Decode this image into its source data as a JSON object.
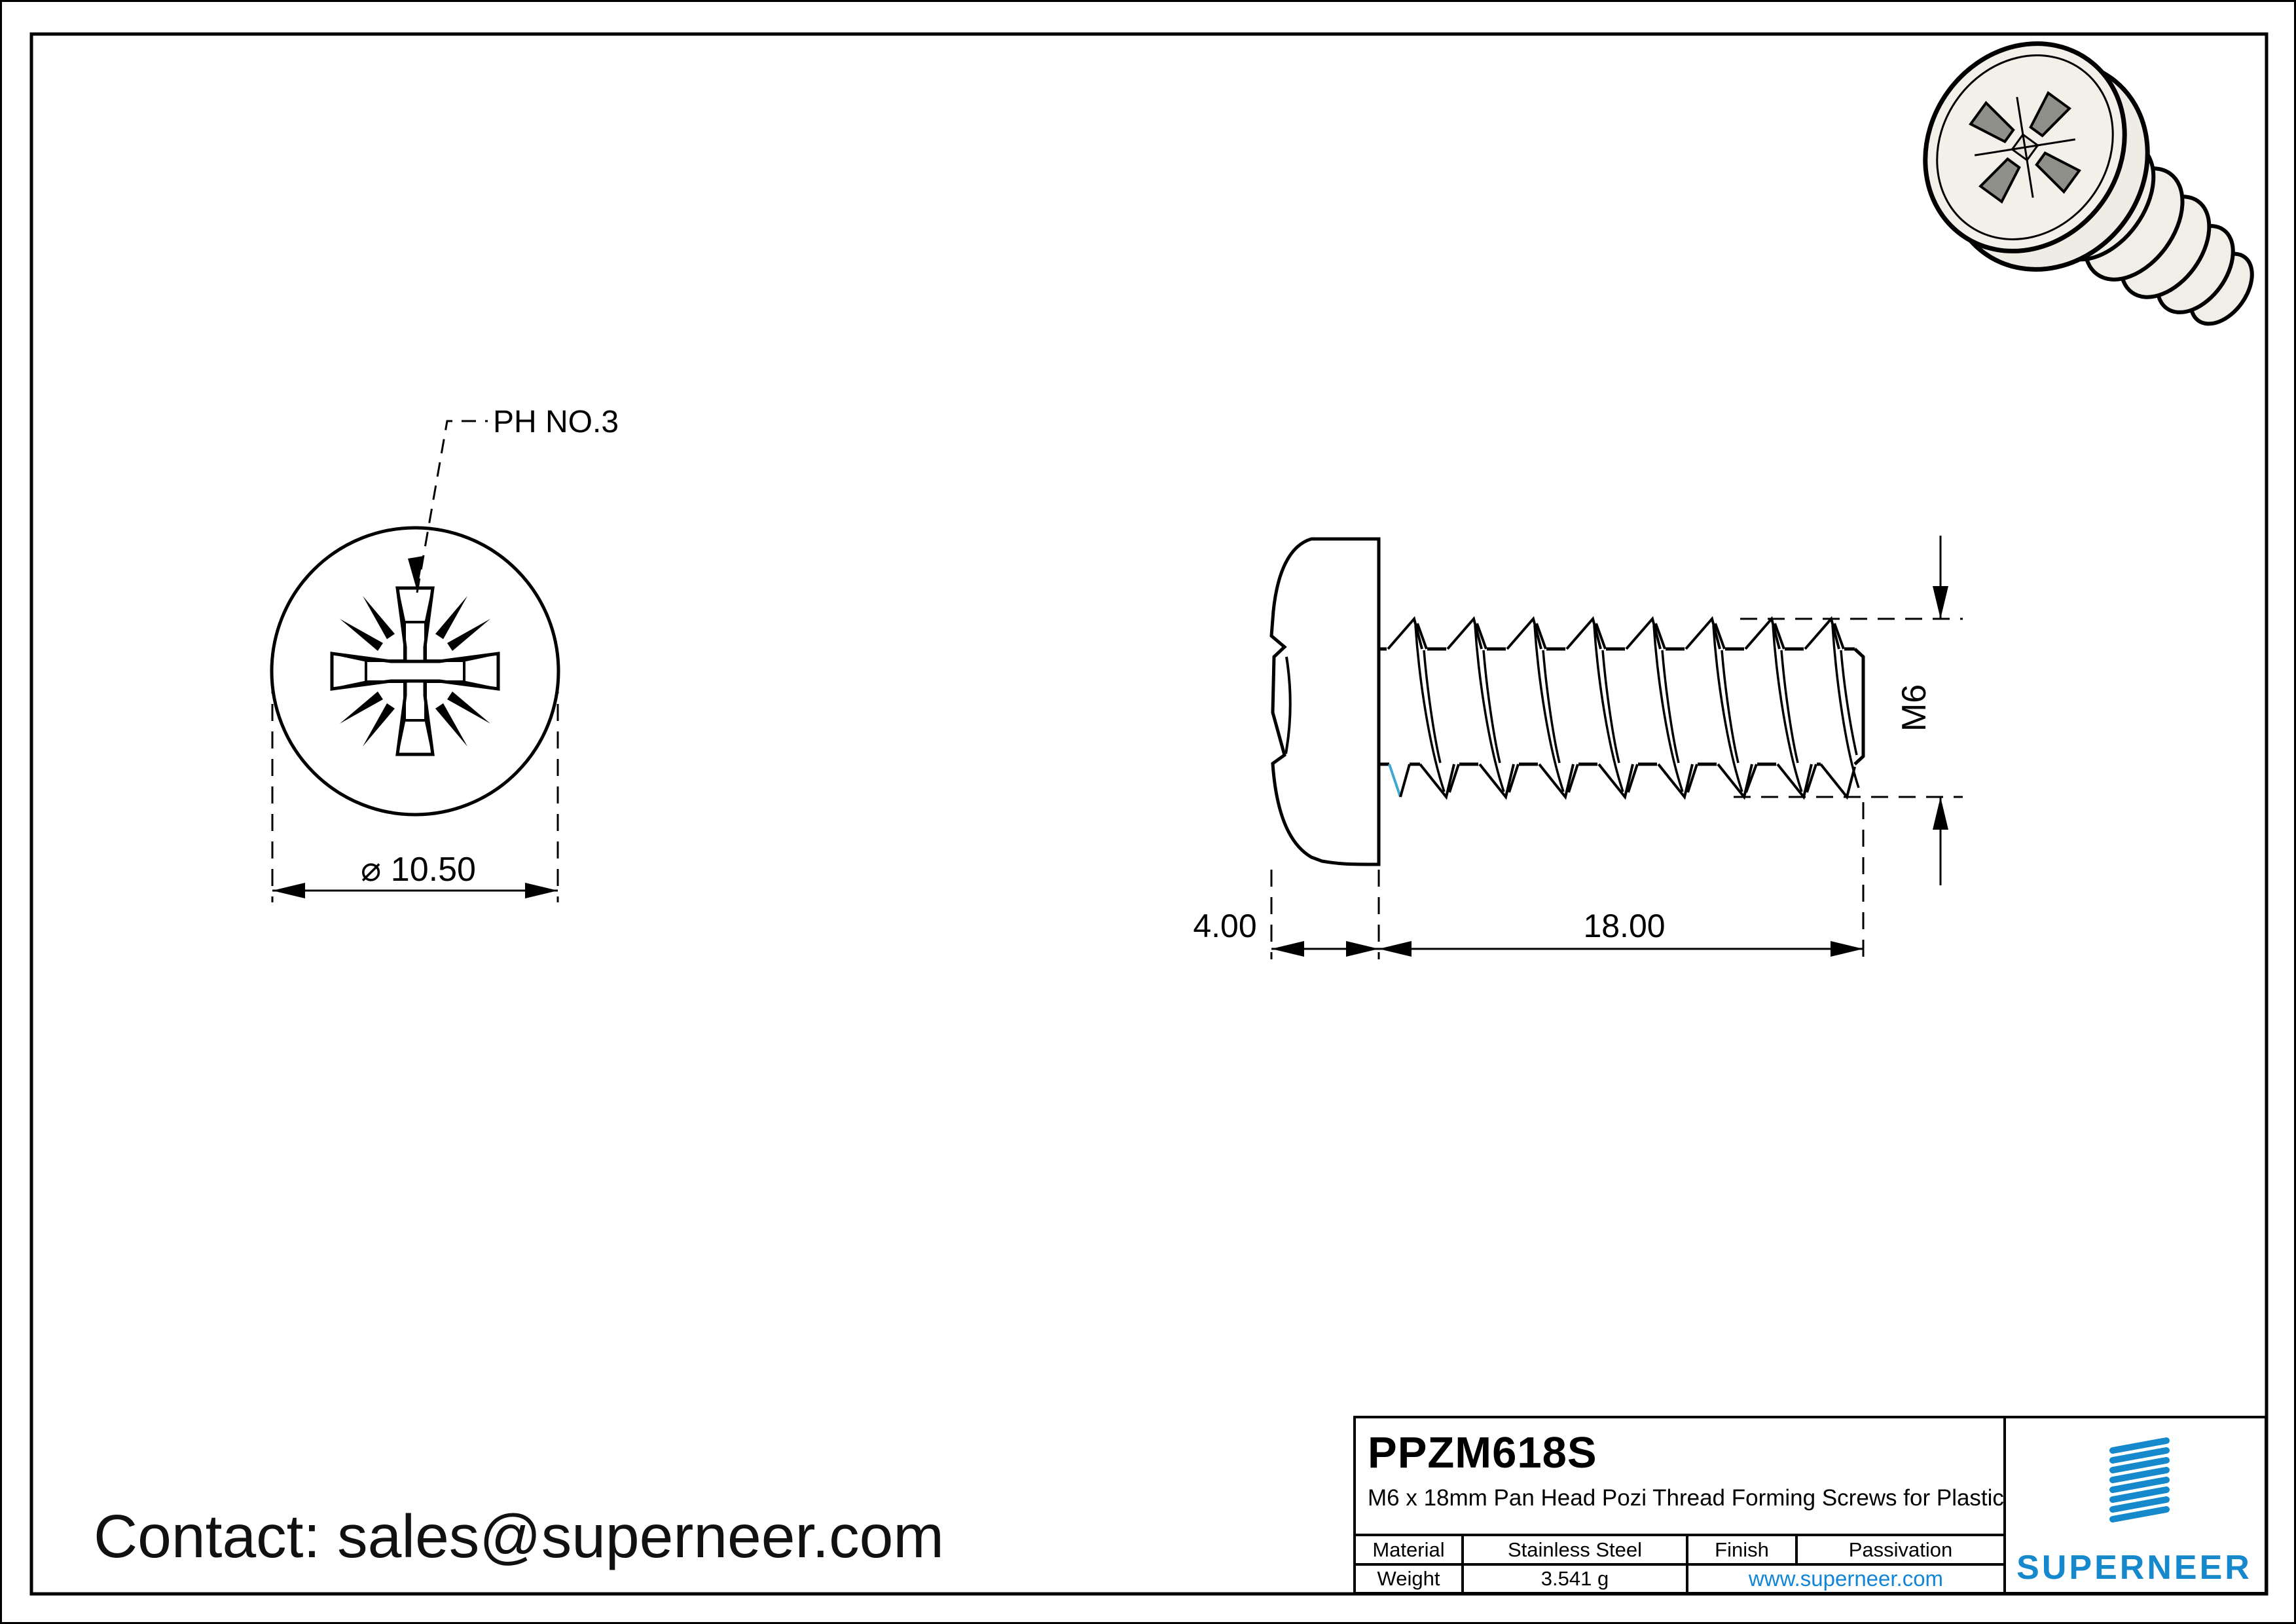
{
  "page": {
    "contact_line": "Contact: sales@superneer.com"
  },
  "drawing": {
    "front_view": {
      "drive_label": "PH NO.3",
      "diameter_dim": "⌀ 10.50"
    },
    "side_view": {
      "head_height_dim": "4.00",
      "thread_length_dim": "18.00",
      "thread_size_dim": "M6"
    }
  },
  "title_block": {
    "part_number": "PPZM618S",
    "description": "M6 x 18mm Pan Head Pozi Thread Forming Screws for Plastic",
    "material_label": "Material",
    "material_value": "Stainless Steel",
    "finish_label": "Finish",
    "finish_value": "Passivation",
    "weight_label": "Weight",
    "weight_value": "3.541 g",
    "website": "www.superneer.com",
    "brand": "SUPERNEER"
  },
  "colors": {
    "line": "#000000",
    "brand_blue": "#1689CC",
    "link_blue": "#1285D6",
    "thread_highlight": "#3FA9D0"
  }
}
